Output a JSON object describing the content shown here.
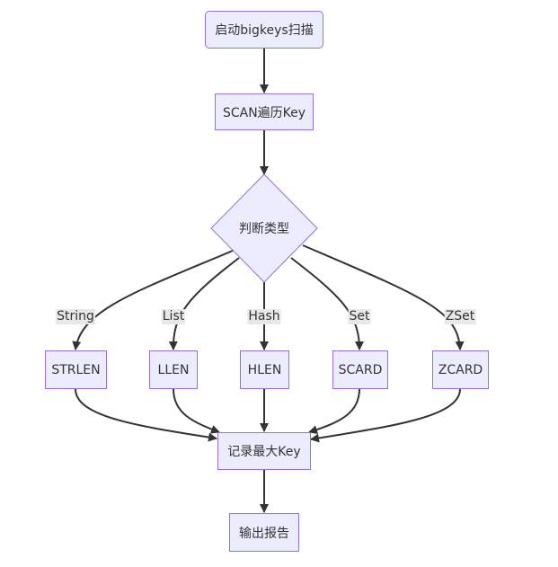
{
  "nodes": {
    "start": "启动bigkeys扫描",
    "scan": "SCAN遍历Key",
    "decide": "判断类型",
    "strlen": "STRLEN",
    "llen": "LLEN",
    "hlen": "HLEN",
    "scard": "SCARD",
    "zcard": "ZCARD",
    "record": "记录最大Key",
    "output": "输出报告"
  },
  "edges": {
    "string": "String",
    "list": "List",
    "hash": "Hash",
    "set": "Set",
    "zset": "ZSet"
  },
  "colors": {
    "node_fill": "#ececff",
    "node_border": "#9370db",
    "edge": "#333333",
    "label_bg": "#e8e8e8"
  }
}
